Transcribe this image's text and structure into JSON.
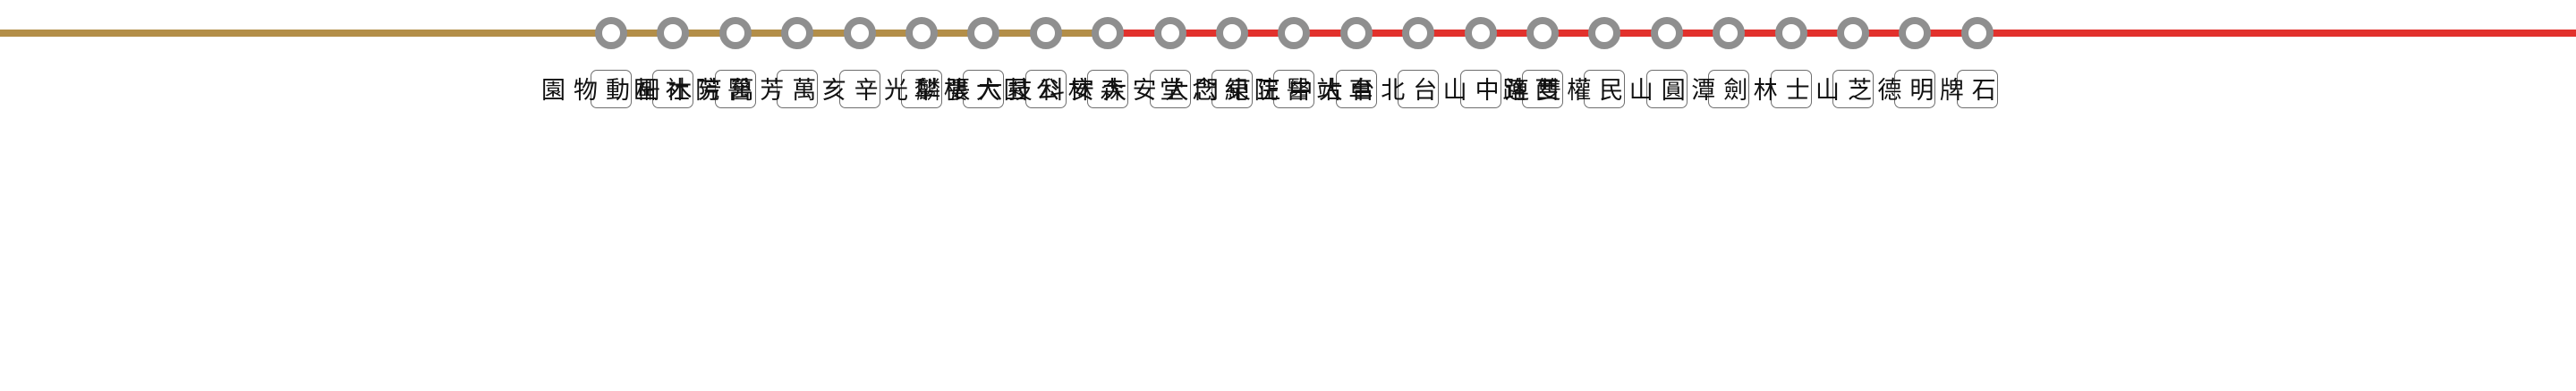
{
  "lines": [
    {
      "name_key": "brown-line",
      "color": "#b38e48"
    },
    {
      "name_key": "red-line",
      "color": "#e2312c"
    }
  ],
  "interchange_station": "大安",
  "stations": [
    {
      "name": "動物園",
      "line": "brown"
    },
    {
      "name": "木柵",
      "line": "brown"
    },
    {
      "name": "萬芳社區",
      "line": "brown"
    },
    {
      "name": "萬芳醫院",
      "line": "brown"
    },
    {
      "name": "辛亥",
      "line": "brown"
    },
    {
      "name": "麟光",
      "line": "brown"
    },
    {
      "name": "六張犁",
      "line": "brown"
    },
    {
      "name": "科技大樓",
      "line": "brown"
    },
    {
      "name": "大安",
      "line": "interchange"
    },
    {
      "name": "大安森林公園",
      "line": "red"
    },
    {
      "name": "東門",
      "line": "red"
    },
    {
      "name": "中正紀念堂",
      "line": "red"
    },
    {
      "name": "台大醫院",
      "line": "red"
    },
    {
      "name": "台北車站",
      "line": "red"
    },
    {
      "name": "中山",
      "line": "red"
    },
    {
      "name": "雙連",
      "line": "red"
    },
    {
      "name": "民權西路",
      "line": "red"
    },
    {
      "name": "圓山",
      "line": "red"
    },
    {
      "name": "劍潭",
      "line": "red"
    },
    {
      "name": "士林",
      "line": "red"
    },
    {
      "name": "芝山",
      "line": "red"
    },
    {
      "name": "明德",
      "line": "red"
    },
    {
      "name": "石牌",
      "line": "red"
    }
  ]
}
